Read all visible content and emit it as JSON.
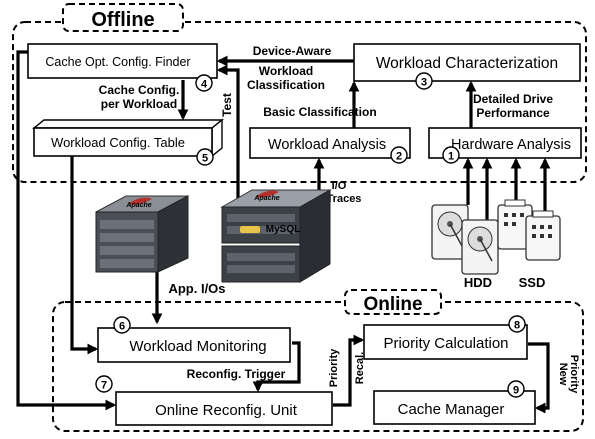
{
  "regions": {
    "offline": "Offline",
    "online": "Online"
  },
  "components": {
    "cache_finder": "Cache Opt. Config. Finder",
    "workload_characterization": "Workload Characterization",
    "workload_config_table": "Workload Config. Table",
    "workload_analysis": "Workload Analysis",
    "hardware_analysis": "Hardware Analysis",
    "workload_monitoring": "Workload Monitoring",
    "priority_calculation": "Priority Calculation",
    "online_reconfig_unit": "Online Reconfig. Unit",
    "cache_manager": "Cache Manager"
  },
  "step_numbers": {
    "hardware_analysis": "1",
    "workload_analysis": "2",
    "workload_characterization": "3",
    "cache_finder": "4",
    "workload_config_table": "5",
    "workload_monitoring": "6",
    "online_reconfig_unit": "7",
    "priority_calculation": "8",
    "cache_manager": "9"
  },
  "edge_labels": {
    "device_aware": "Device-Aware",
    "workload_classification_line1": "Workload",
    "workload_classification_line2": "Classification",
    "cache_config_line1": "Cache Config.",
    "cache_config_line2": "per Workload",
    "test": "Test",
    "basic_classification": "Basic Classification",
    "detailed_drive_line1": "Detailed Drive",
    "detailed_drive_line2": "Performance",
    "io_traces_line1": "I/O",
    "io_traces_line2": "Traces",
    "app_ios": "App. I/Os",
    "reconfig_trigger": "Reconfig. Trigger",
    "priority_recal_line1": "Priority",
    "priority_recal_line2": "Recal.",
    "new_priority_line1": "New",
    "new_priority_line2": "Priority"
  },
  "devices": {
    "hdd": "HDD",
    "ssd": "SSD"
  },
  "logos": {
    "apache_left": "Apache",
    "apache_right": "Apache",
    "mysql": "MySQL"
  }
}
